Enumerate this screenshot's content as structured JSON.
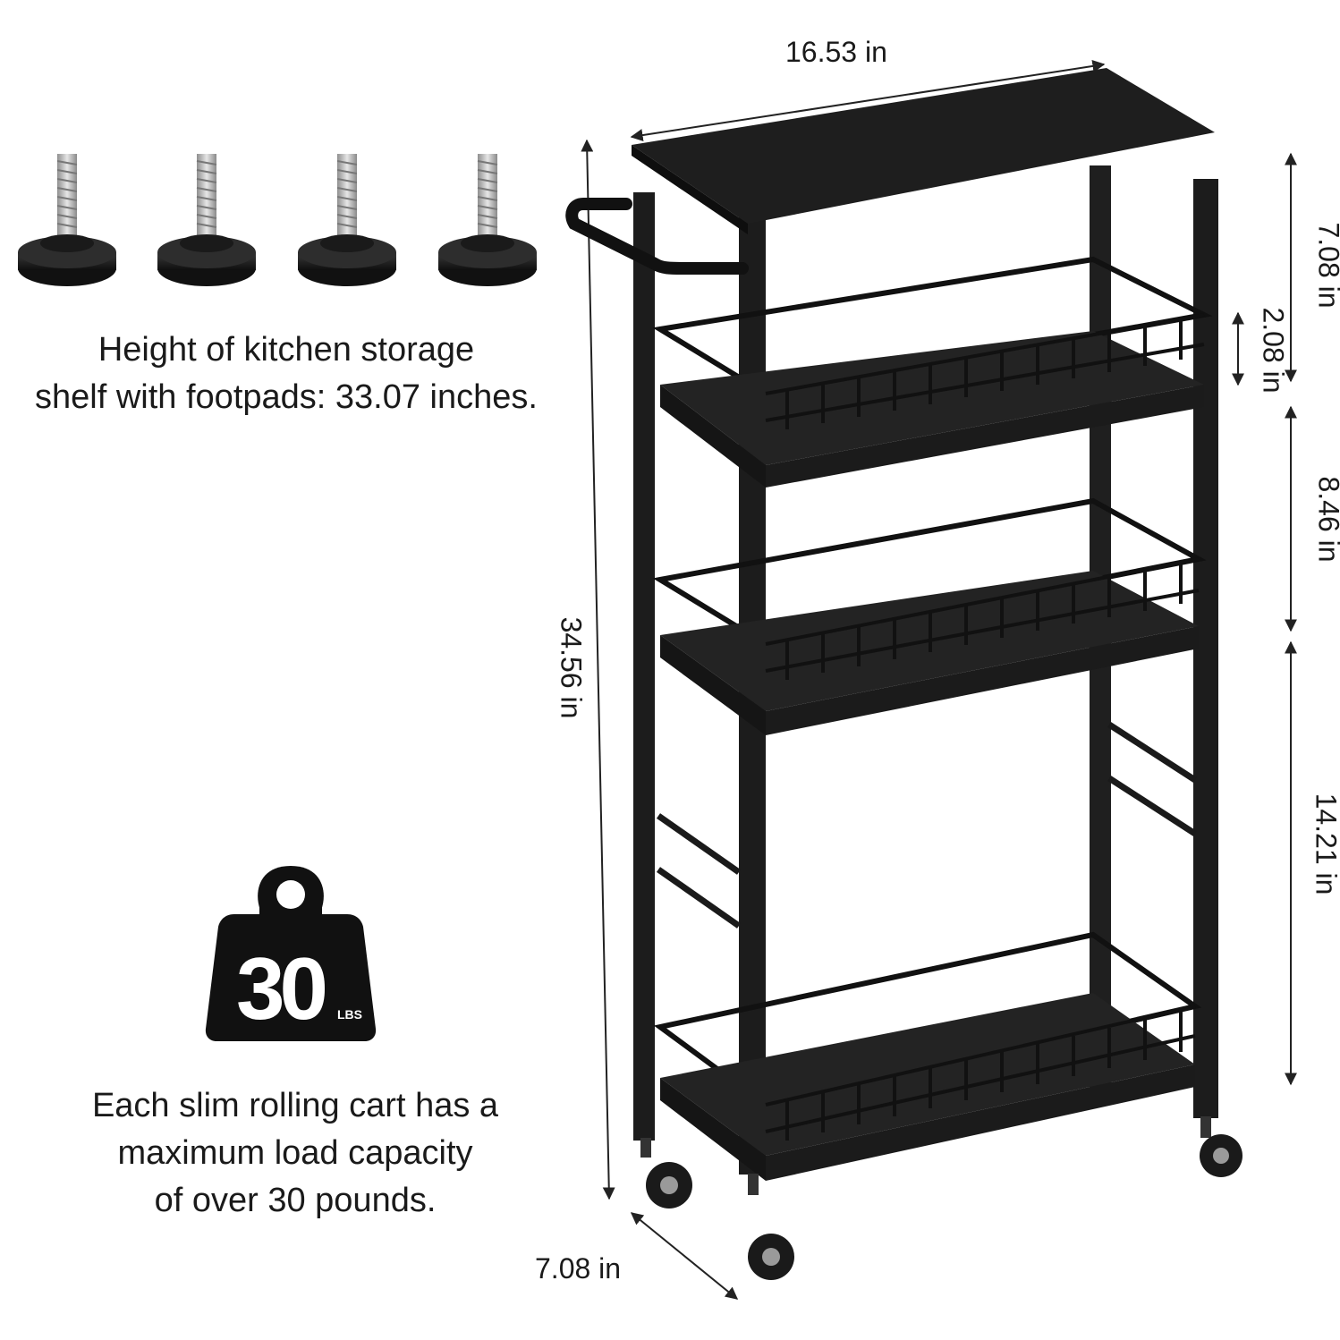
{
  "footpad_note": {
    "line1": "Height of kitchen storage",
    "line2": "shelf with footpads: 33.07 inches."
  },
  "weight_badge": {
    "value": "30",
    "unit": "LBS"
  },
  "load_note": {
    "line1": "Each slim rolling cart has a",
    "line2": "maximum load capacity",
    "line3": "of over 30 pounds."
  },
  "dimensions": {
    "width": "16.53 in",
    "total_height": "34.56 in",
    "depth": "7.08 in",
    "top_gap": "7.08 in",
    "basket_rail": "2.08 in",
    "middle_gap": "8.46 in",
    "bottom_gap": "14.21 in"
  },
  "colors": {
    "frame": "#1c1c1c",
    "board": "#2a2a2a",
    "badge": "#111111",
    "screw": "#b9b9b9"
  }
}
